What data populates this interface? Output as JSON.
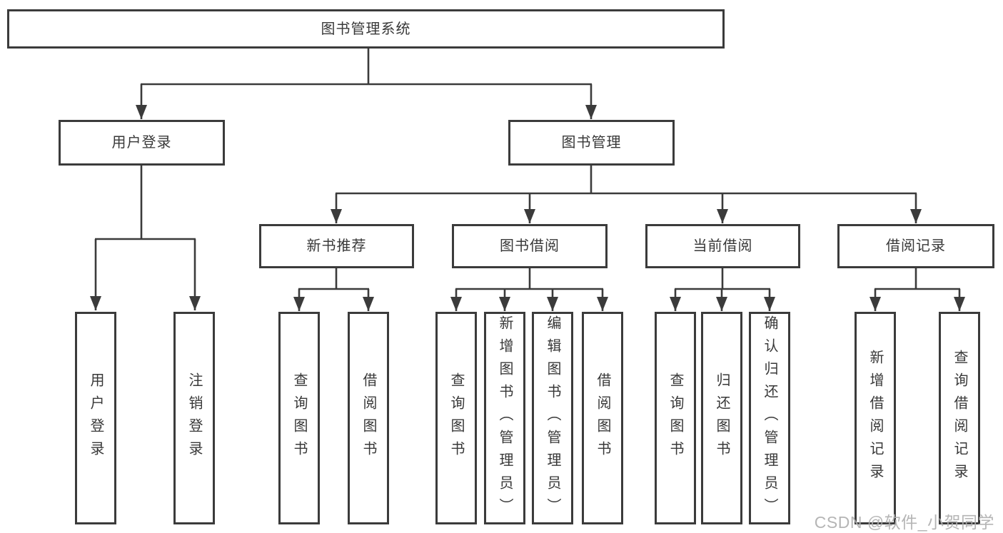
{
  "diagram": {
    "root": "图书管理系统",
    "level2": [
      "用户登录",
      "图书管理"
    ],
    "level3": [
      "新书推荐",
      "图书借阅",
      "当前借阅",
      "借阅记录"
    ],
    "leaves": {
      "user_login": [
        "用户登录",
        "注销登录"
      ],
      "new_book": [
        "查询图书",
        "借阅图书"
      ],
      "book_borrow": [
        "查询图书",
        "新增图书（管理员）",
        "编辑图书（管理员）",
        "借阅图书"
      ],
      "current_borrow": [
        "查询图书",
        "归还图书",
        "确认归还（管理员）"
      ],
      "borrow_record": [
        "新增借阅记录",
        "查询借阅记录"
      ]
    }
  },
  "watermark": "CSDN @软件_小贺同学",
  "colors": {
    "line": "#3b3b3b",
    "text": "#383838",
    "watermark": "#afafaf",
    "background": "#ffffff"
  }
}
